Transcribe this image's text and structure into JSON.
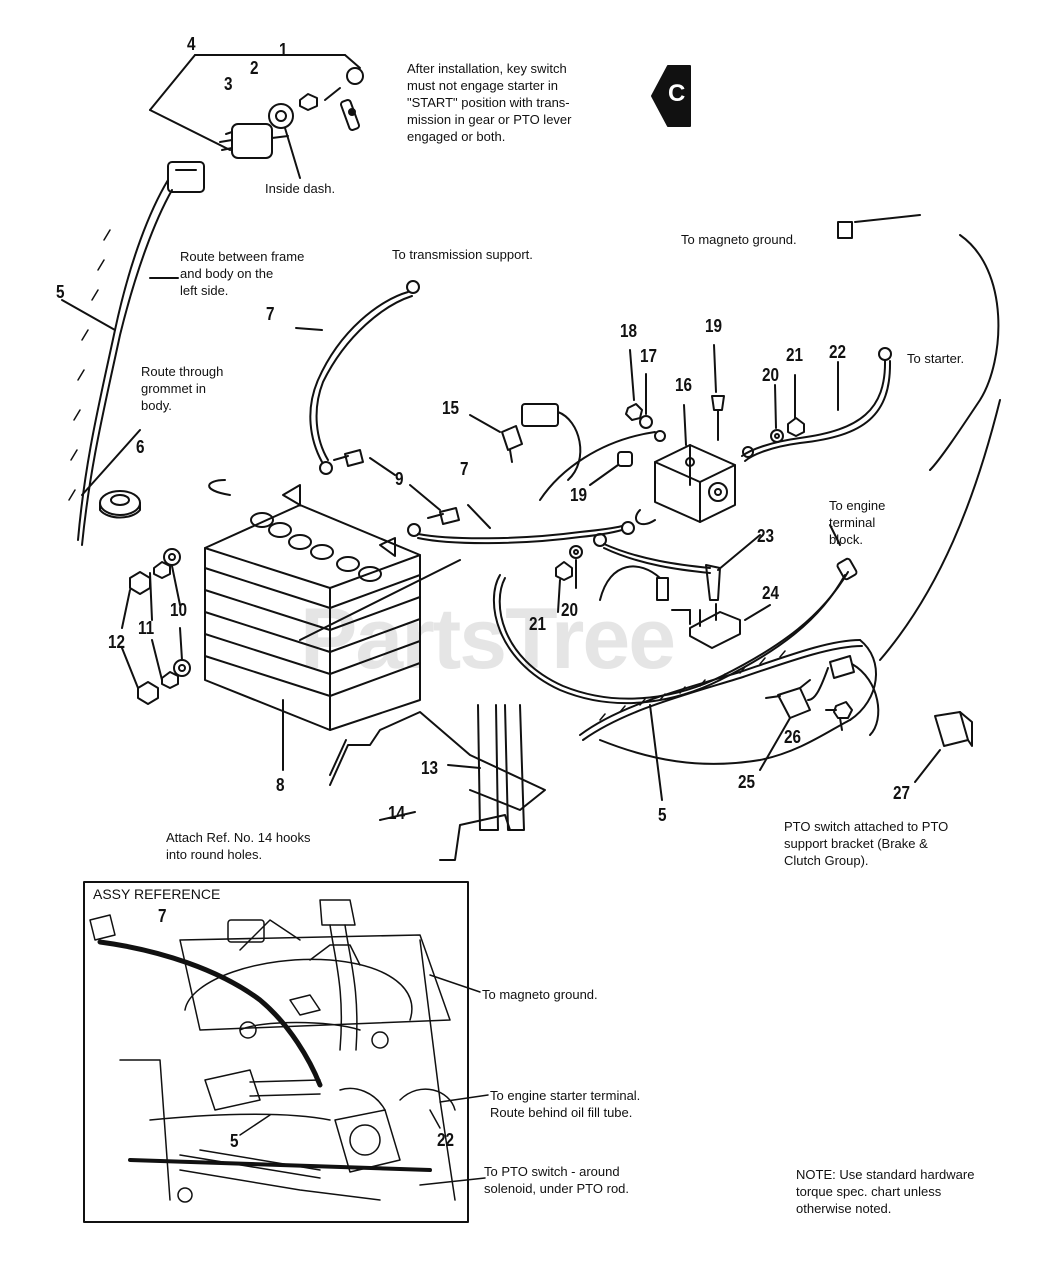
{
  "section_badge": "C",
  "watermark": "PartsTree",
  "notes": {
    "key_switch": "After installation, key switch\nmust not engage starter in\n\"START\" position  with trans-\nmission in gear or PTO lever\nengaged or both.",
    "inside_dash": "Inside dash.",
    "route_frame": "Route between frame\nand body on the\nleft side.",
    "route_grommet": "Route through\ngrommet in\nbody.",
    "to_transmission": "To transmission support.",
    "to_magneto_top": "To magneto ground.",
    "to_starter": "To starter.",
    "to_engine_block": "To engine\nterminal\nblock.",
    "attach_14": "Attach Ref. No. 14 hooks\ninto round holes.",
    "pto_switch": "PTO switch attached to PTO\nsupport bracket (Brake &\nClutch Group).",
    "assy_reference": "ASSY REFERENCE",
    "to_magneto_assy": "To magneto ground.",
    "engine_starter": "To engine starter terminal.\nRoute behind oil fill tube.",
    "pto_switch_route": "To PTO switch - around\nsolenoid, under PTO rod.",
    "hardware_note": "NOTE: Use standard hardware\ntorque spec. chart unless\notherwise noted."
  },
  "callouts": {
    "c1": "1",
    "c2": "2",
    "c3": "3",
    "c4": "4",
    "c5a": "5",
    "c5b": "5",
    "c5c": "5",
    "c6": "6",
    "c7a": "7",
    "c7b": "7",
    "c7c": "7",
    "c8": "8",
    "c9": "9",
    "c10": "10",
    "c11": "11",
    "c12": "12",
    "c13": "13",
    "c14": "14",
    "c15": "15",
    "c16": "16",
    "c17": "17",
    "c18": "18",
    "c19a": "19",
    "c19b": "19",
    "c20a": "20",
    "c20b": "20",
    "c21a": "21",
    "c21b": "21",
    "c22a": "22",
    "c22b": "22",
    "c23": "23",
    "c24": "24",
    "c25": "25",
    "c26": "26",
    "c27": "27"
  }
}
